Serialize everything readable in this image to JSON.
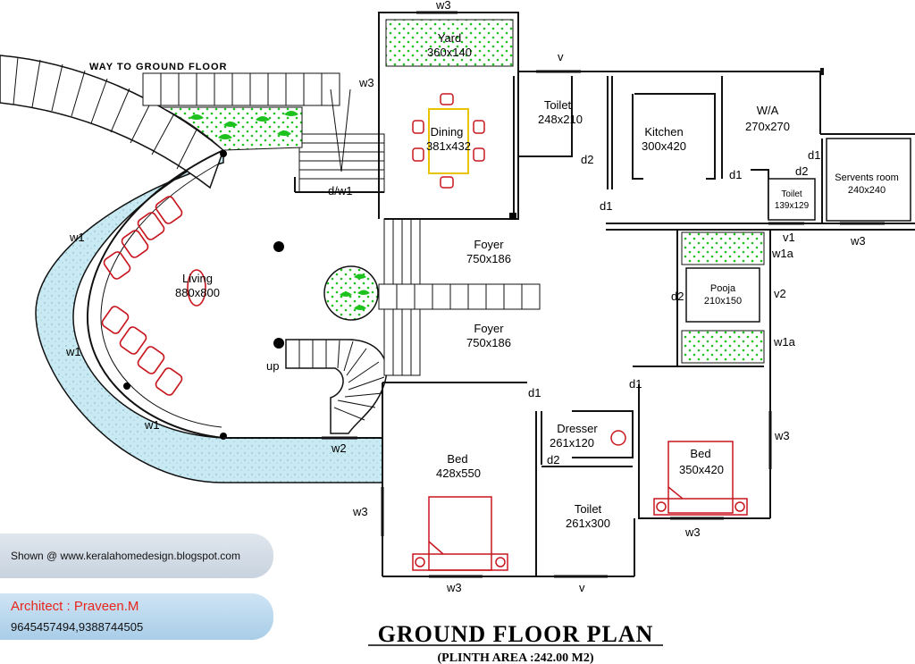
{
  "title": "GROUND  FLOOR PLAN",
  "subtitle": "(PLINTH AREA :242.00 M2)",
  "way_label": "WAY  TO  GROUND FLOOR",
  "up_label": "up",
  "rooms": {
    "yard": {
      "name": "Yard",
      "size": "360x140"
    },
    "dining": {
      "name": "Dining",
      "size": "381x432"
    },
    "toilet1": {
      "name": "Toilet",
      "size": "248x210"
    },
    "kitchen": {
      "name": "Kitchen",
      "size": "300x420"
    },
    "wa": {
      "name": "W/A",
      "size": "270x270"
    },
    "servents": {
      "name": "Servents room",
      "size": "240x240"
    },
    "toilet_small": {
      "name": "Toilet",
      "size": "139x129"
    },
    "foyer1": {
      "name": "Foyer",
      "size": "750x186"
    },
    "foyer2": {
      "name": "Foyer",
      "size": "750x186"
    },
    "living": {
      "name": "Living",
      "size": "880x800"
    },
    "pooja": {
      "name": "Pooja",
      "size": "210x150"
    },
    "bed1": {
      "name": "Bed",
      "size": "428x550"
    },
    "dresser": {
      "name": "Dresser",
      "size": "261x120"
    },
    "toilet2": {
      "name": "Toilet",
      "size": "261x300"
    },
    "bed2": {
      "name": "Bed",
      "size": "350x420"
    }
  },
  "tags": {
    "w3_top": "w3",
    "v_top": "v",
    "w3_left": "w3",
    "dw1": "d/w1",
    "d2_kitchen": "d2",
    "d1_kitchen": "d1",
    "d1_wa": "d1",
    "d2_wa": "d2",
    "d1_servent": "d1",
    "v1": "v1",
    "w3_servent": "w3",
    "w1a_1": "w1a",
    "w1a_2": "w1a",
    "d2_pooja": "d2",
    "v2": "v2",
    "w1_a": "w1",
    "w1_b": "w1",
    "w1_c": "w1",
    "w2": "w2",
    "d1_bed1": "d1",
    "d1_bed2": "d1",
    "w3_right": "w3",
    "d2_dresser": "d2",
    "w3_bed1_left": "w3",
    "w3_bed1_bottom": "w3",
    "v_bottom": "v",
    "w3_bed2_bottom": "w3"
  },
  "credits": {
    "shown": "Shown @  www.keralahomedesign.blogspot.com",
    "architect": "Architect : Praveen.M",
    "phone": "9645457494,9388744505"
  },
  "colors": {
    "garden": "#1ec21e",
    "furniture": "#c8161e",
    "wall": "#111111",
    "water": "#bfe3ec"
  }
}
